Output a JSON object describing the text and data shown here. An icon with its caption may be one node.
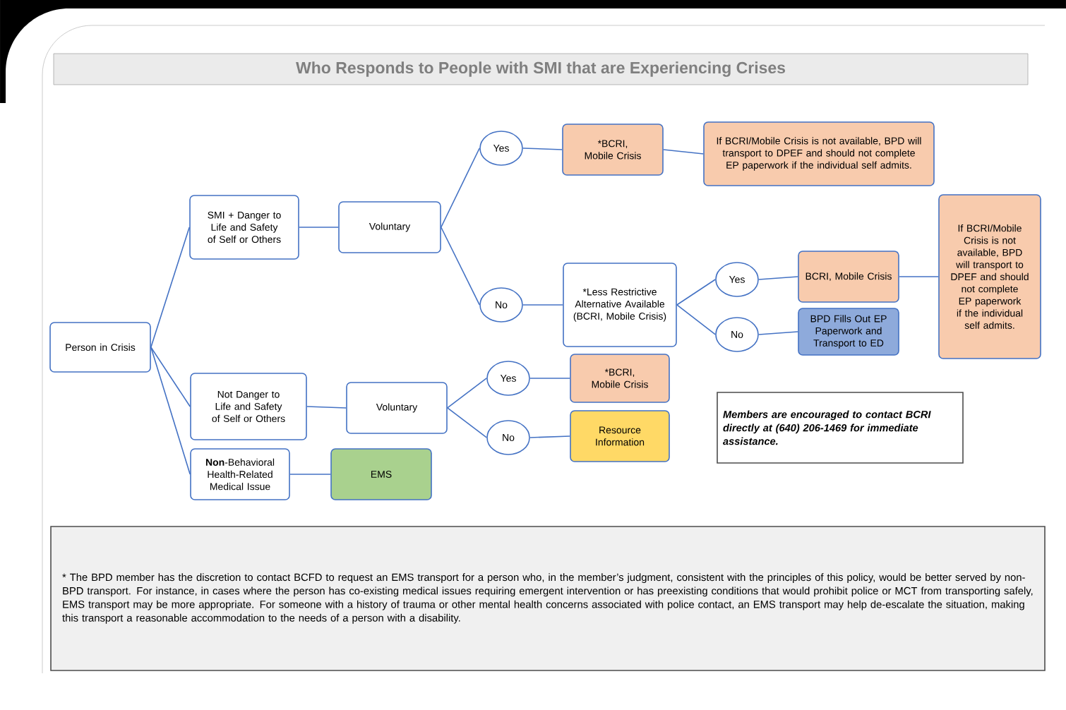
{
  "diagram": {
    "title": "Who Responds to People with SMI that are Experiencing Crises",
    "nodes": [
      {
        "text": [
          "Person in Crisis"
        ]
      },
      {
        "text": [
          "SMI + Danger to Life and Safety of Self or Others"
        ]
      },
      {
        "text": [
          "Voluntary"
        ]
      },
      {
        "text": [
          "Yes"
        ]
      },
      {
        "text": [
          "No"
        ]
      },
      {
        "text": [
          "*BCRI, Mobile Crisis"
        ]
      },
      {
        "text": [
          "If BCRI/Mobile Crisis is not available, BPD will transport to DPEF and should not complete EP paperwork if the individual self admits."
        ]
      },
      {
        "text": [
          "*Less Restrictive Alternative Available (BCRI, Mobile Crisis)"
        ]
      },
      {
        "text": [
          "Yes"
        ]
      },
      {
        "text": [
          "No"
        ]
      },
      {
        "text": [
          "BCRI, Mobile Crisis"
        ]
      },
      {
        "text": [
          "BPD Fills Out EP Paperwork and Transport to ED"
        ]
      },
      {
        "text": [
          "If BCRI/Mobile Crisis is not available, BPD will transport to DPEF and should not complete EP paperwork if the individual self admits."
        ]
      },
      {
        "text": [
          "Not Danger to Life and Safety of Self or Others"
        ]
      },
      {
        "text": [
          "Voluntary"
        ]
      },
      {
        "text": [
          "Yes"
        ]
      },
      {
        "text": [
          "No"
        ]
      },
      {
        "text": [
          "*BCRI, Mobile Crisis"
        ]
      },
      {
        "text": [
          "Resource Information"
        ]
      },
      {
        "text": [
          "**Non**-Behavioral Health-Related Medical Issue"
        ]
      },
      {
        "text": [
          "EMS"
        ]
      },
      {
        "text": [
          "Members are encouraged to contact BCRI directly at (640) 206-1469 for immediate assistance."
        ]
      },
      {
        "text": [
          "* The BPD member has the discretion to contact BCFD to request an EMS transport for a person who, in the member’s judgment, consistent with the principles of this policy, would be better served by non-BPD transport. For instance, in cases where the person has co-existing medical issues requiring emergent intervention or has preexisting conditions that would prohibit police or MCT from transporting safely, EMS transport may be more appropriate.  For someone with a history of trauma or other mental health concerns associated with police contact, an EMS transport may help de-escalate the situation, making this transport a reasonable accommodation to the needs of a person with a disability."
        ]
      }
    ],
    "edges": [
      {
        "from": 0,
        "to": 1,
        "arrow": "none"
      },
      {
        "from": 0,
        "to": 13,
        "arrow": "none"
      },
      {
        "from": 0,
        "to": 19,
        "arrow": "none"
      },
      {
        "from": 1,
        "to": 2,
        "arrow": "none"
      },
      {
        "from": 2,
        "to": 3,
        "arrow": "none"
      },
      {
        "from": 2,
        "to": 4,
        "arrow": "none"
      },
      {
        "from": 3,
        "to": 5,
        "arrow": "none"
      },
      {
        "from": 5,
        "to": 6,
        "arrow": "none"
      },
      {
        "from": 4,
        "to": 7,
        "arrow": "none"
      },
      {
        "from": 7,
        "to": 8,
        "arrow": "none"
      },
      {
        "from": 7,
        "to": 9,
        "arrow": "none"
      },
      {
        "from": 8,
        "to": 10,
        "arrow": "none"
      },
      {
        "from": 10,
        "to": 12,
        "arrow": "none"
      },
      {
        "from": 9,
        "to": 11,
        "arrow": "none"
      },
      {
        "from": 13,
        "to": 14,
        "arrow": "none"
      },
      {
        "from": 14,
        "to": 15,
        "arrow": "none"
      },
      {
        "from": 14,
        "to": 16,
        "arrow": "none"
      },
      {
        "from": 15,
        "to": 17,
        "arrow": "none"
      },
      {
        "from": 16,
        "to": 18,
        "arrow": "none"
      },
      {
        "from": 19,
        "to": 20,
        "arrow": "none"
      }
    ]
  }
}
